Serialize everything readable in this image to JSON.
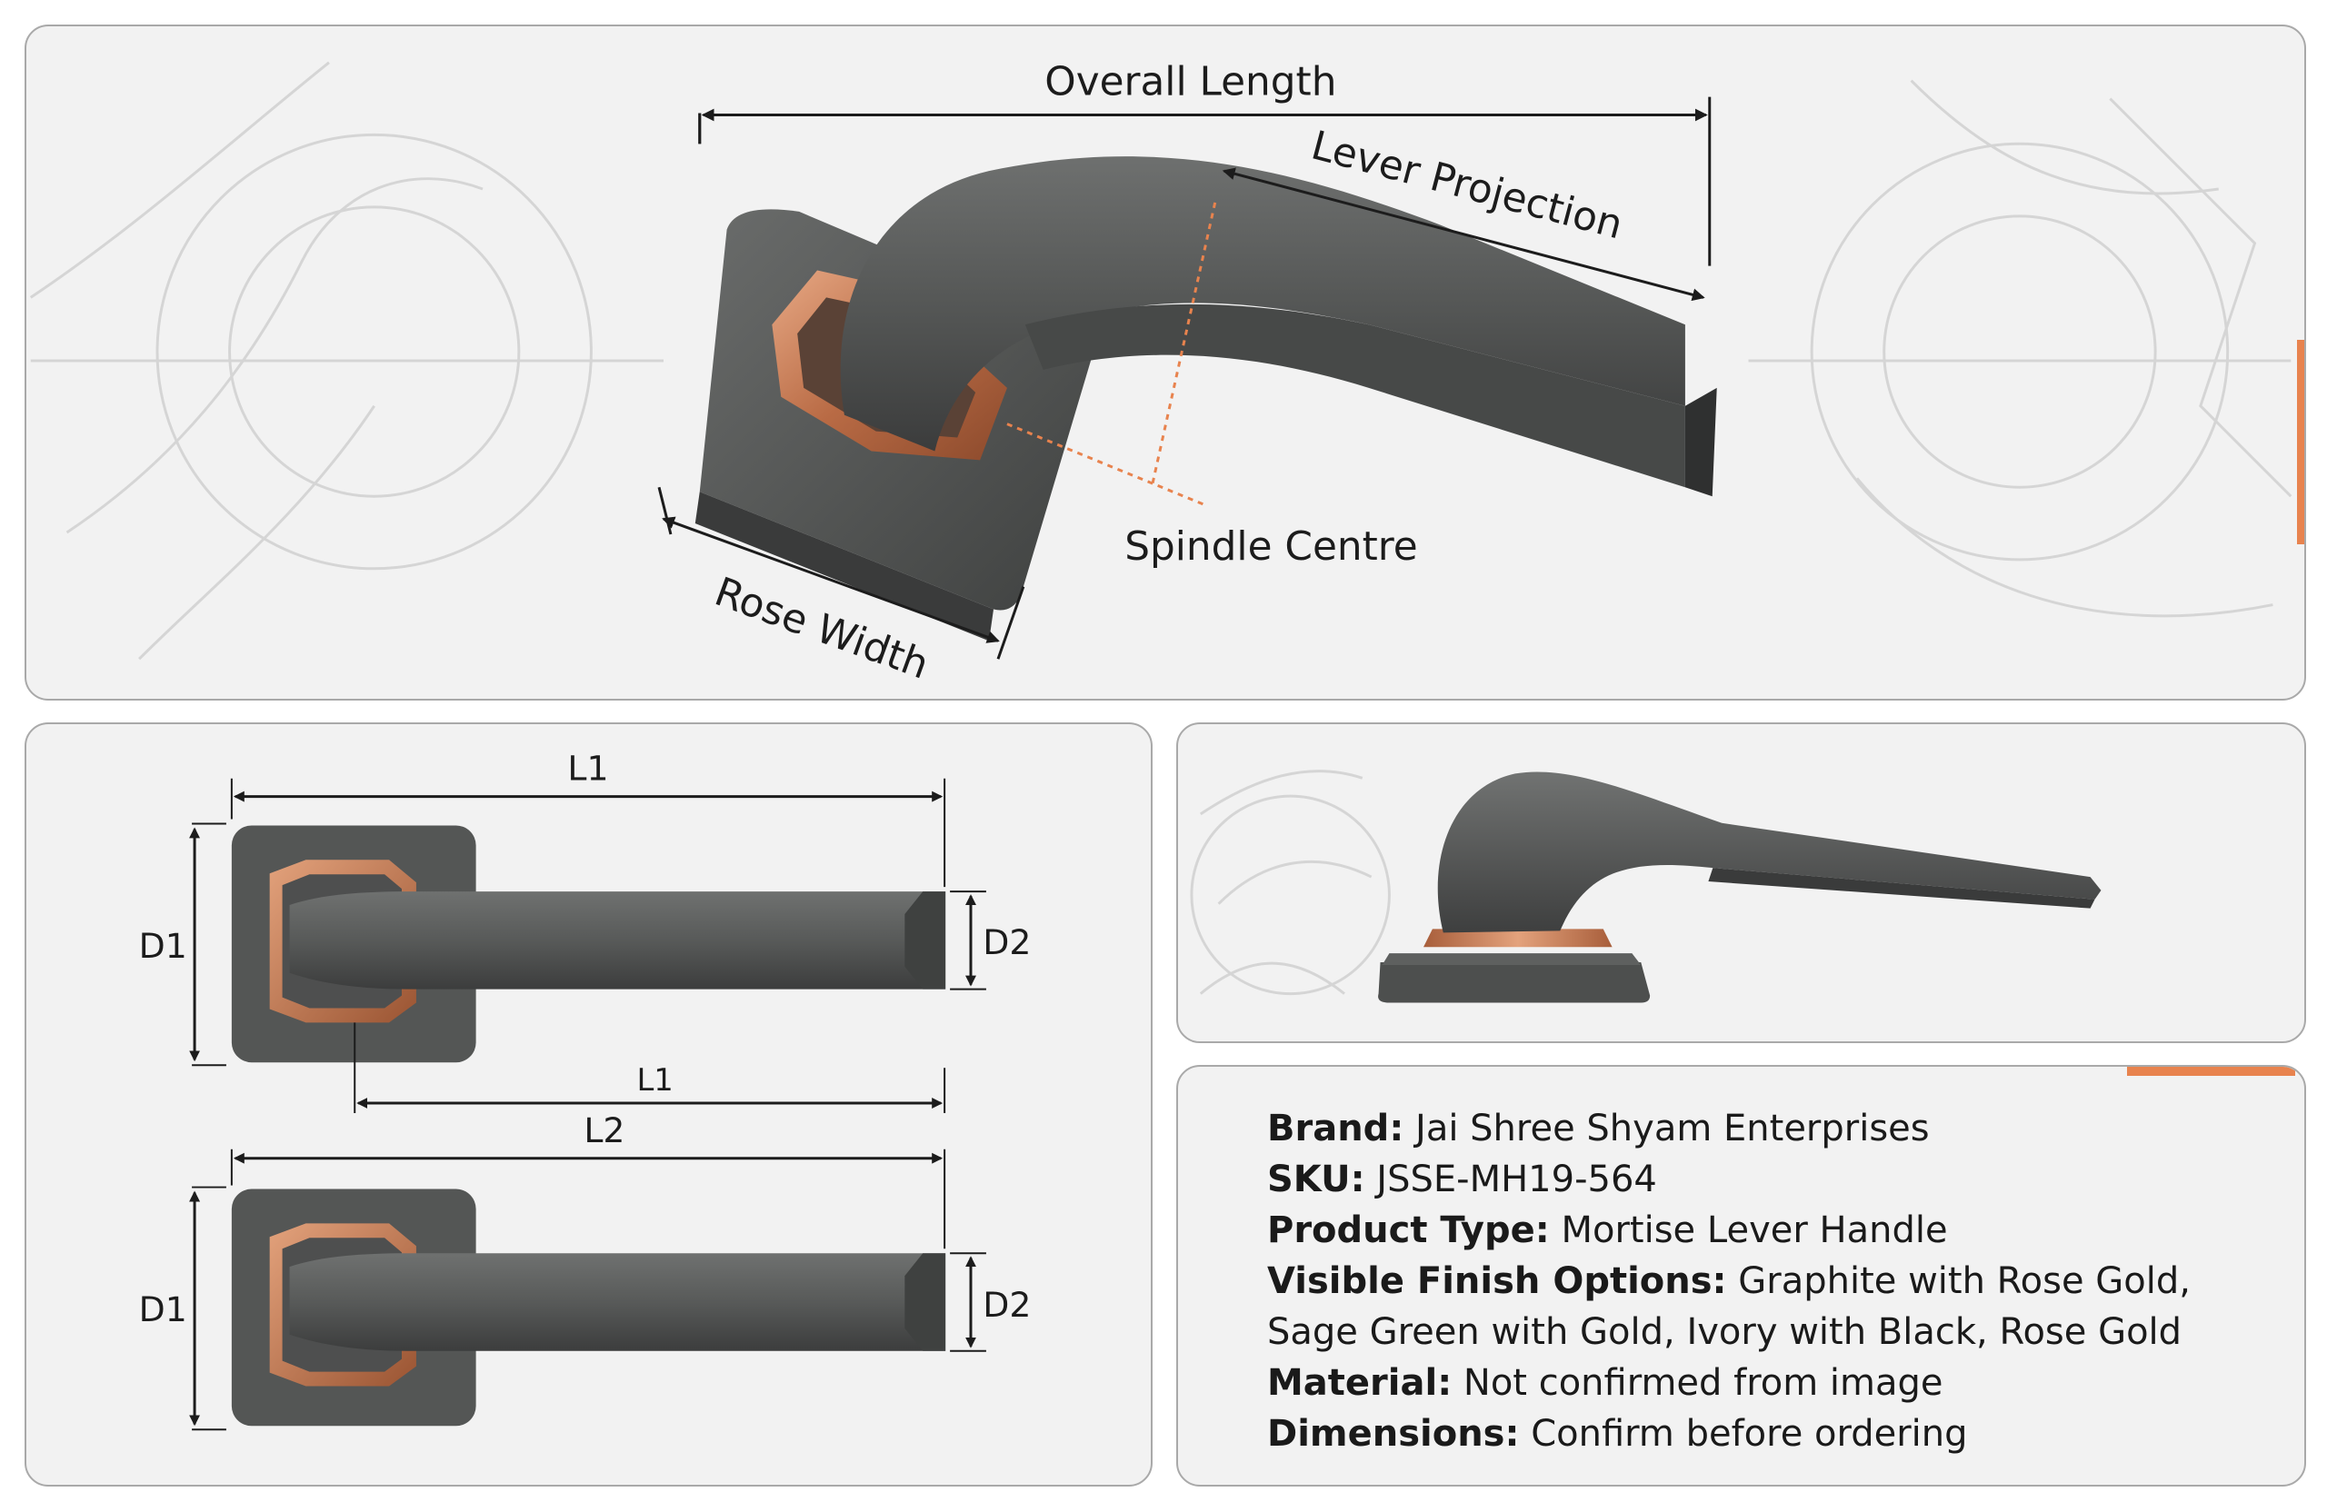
{
  "hero": {
    "labels": {
      "overall_length": "Overall Length",
      "lever_projection": "Lever Projection",
      "spindle_centre": "Spindle Centre",
      "rose_width": "Rose Width"
    }
  },
  "top_view": {
    "labels": {
      "l1_top": "L1",
      "d1_top": "D1",
      "d2_top": "D2",
      "l1_mid": "L1",
      "l2": "L2",
      "d1_bottom": "D1",
      "d2_bottom": "D2"
    }
  },
  "specs": [
    {
      "key": "Brand:",
      "value": "Jai Shree Shyam Enterprises"
    },
    {
      "key": "SKU:",
      "value": "JSSE-MH19-564"
    },
    {
      "key": "Product Type:",
      "value": "Mortise Lever Handle"
    },
    {
      "key": "Visible Finish Options:",
      "value": "Graphite with Rose Gold, Sage Green with Gold, Ivory with Black, Rose Gold"
    },
    {
      "key": "Material:",
      "value": "Not confirmed from image"
    },
    {
      "key": "Dimensions:",
      "value": "Confirm before ordering"
    }
  ],
  "colors": {
    "graphite": "#4d4f4f",
    "rose_gold": "#c67a55",
    "accent": "#e8834e",
    "panel_bg": "#f2f2f2"
  }
}
